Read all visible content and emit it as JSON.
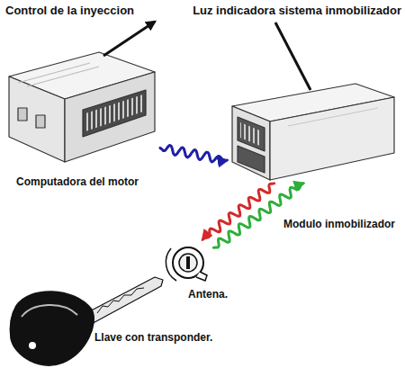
{
  "diagram": {
    "nodes": [
      {
        "text": [
          "Computadora del motor"
        ]
      },
      {
        "text": [
          "Modulo inmobilizador"
        ]
      },
      {
        "text": [
          "Antena."
        ]
      },
      {
        "text": [
          "Llave con transponder."
        ]
      }
    ],
    "edges": [
      {
        "from": 0,
        "to": 1,
        "arrow": "to"
      },
      {
        "from": 1,
        "to": 2,
        "arrow": "to"
      },
      {
        "from": 2,
        "to": 1,
        "arrow": "to"
      }
    ],
    "labels": [
      "Control de la inyeccion",
      "Luz indicadora sistema inmobilizador"
    ]
  }
}
